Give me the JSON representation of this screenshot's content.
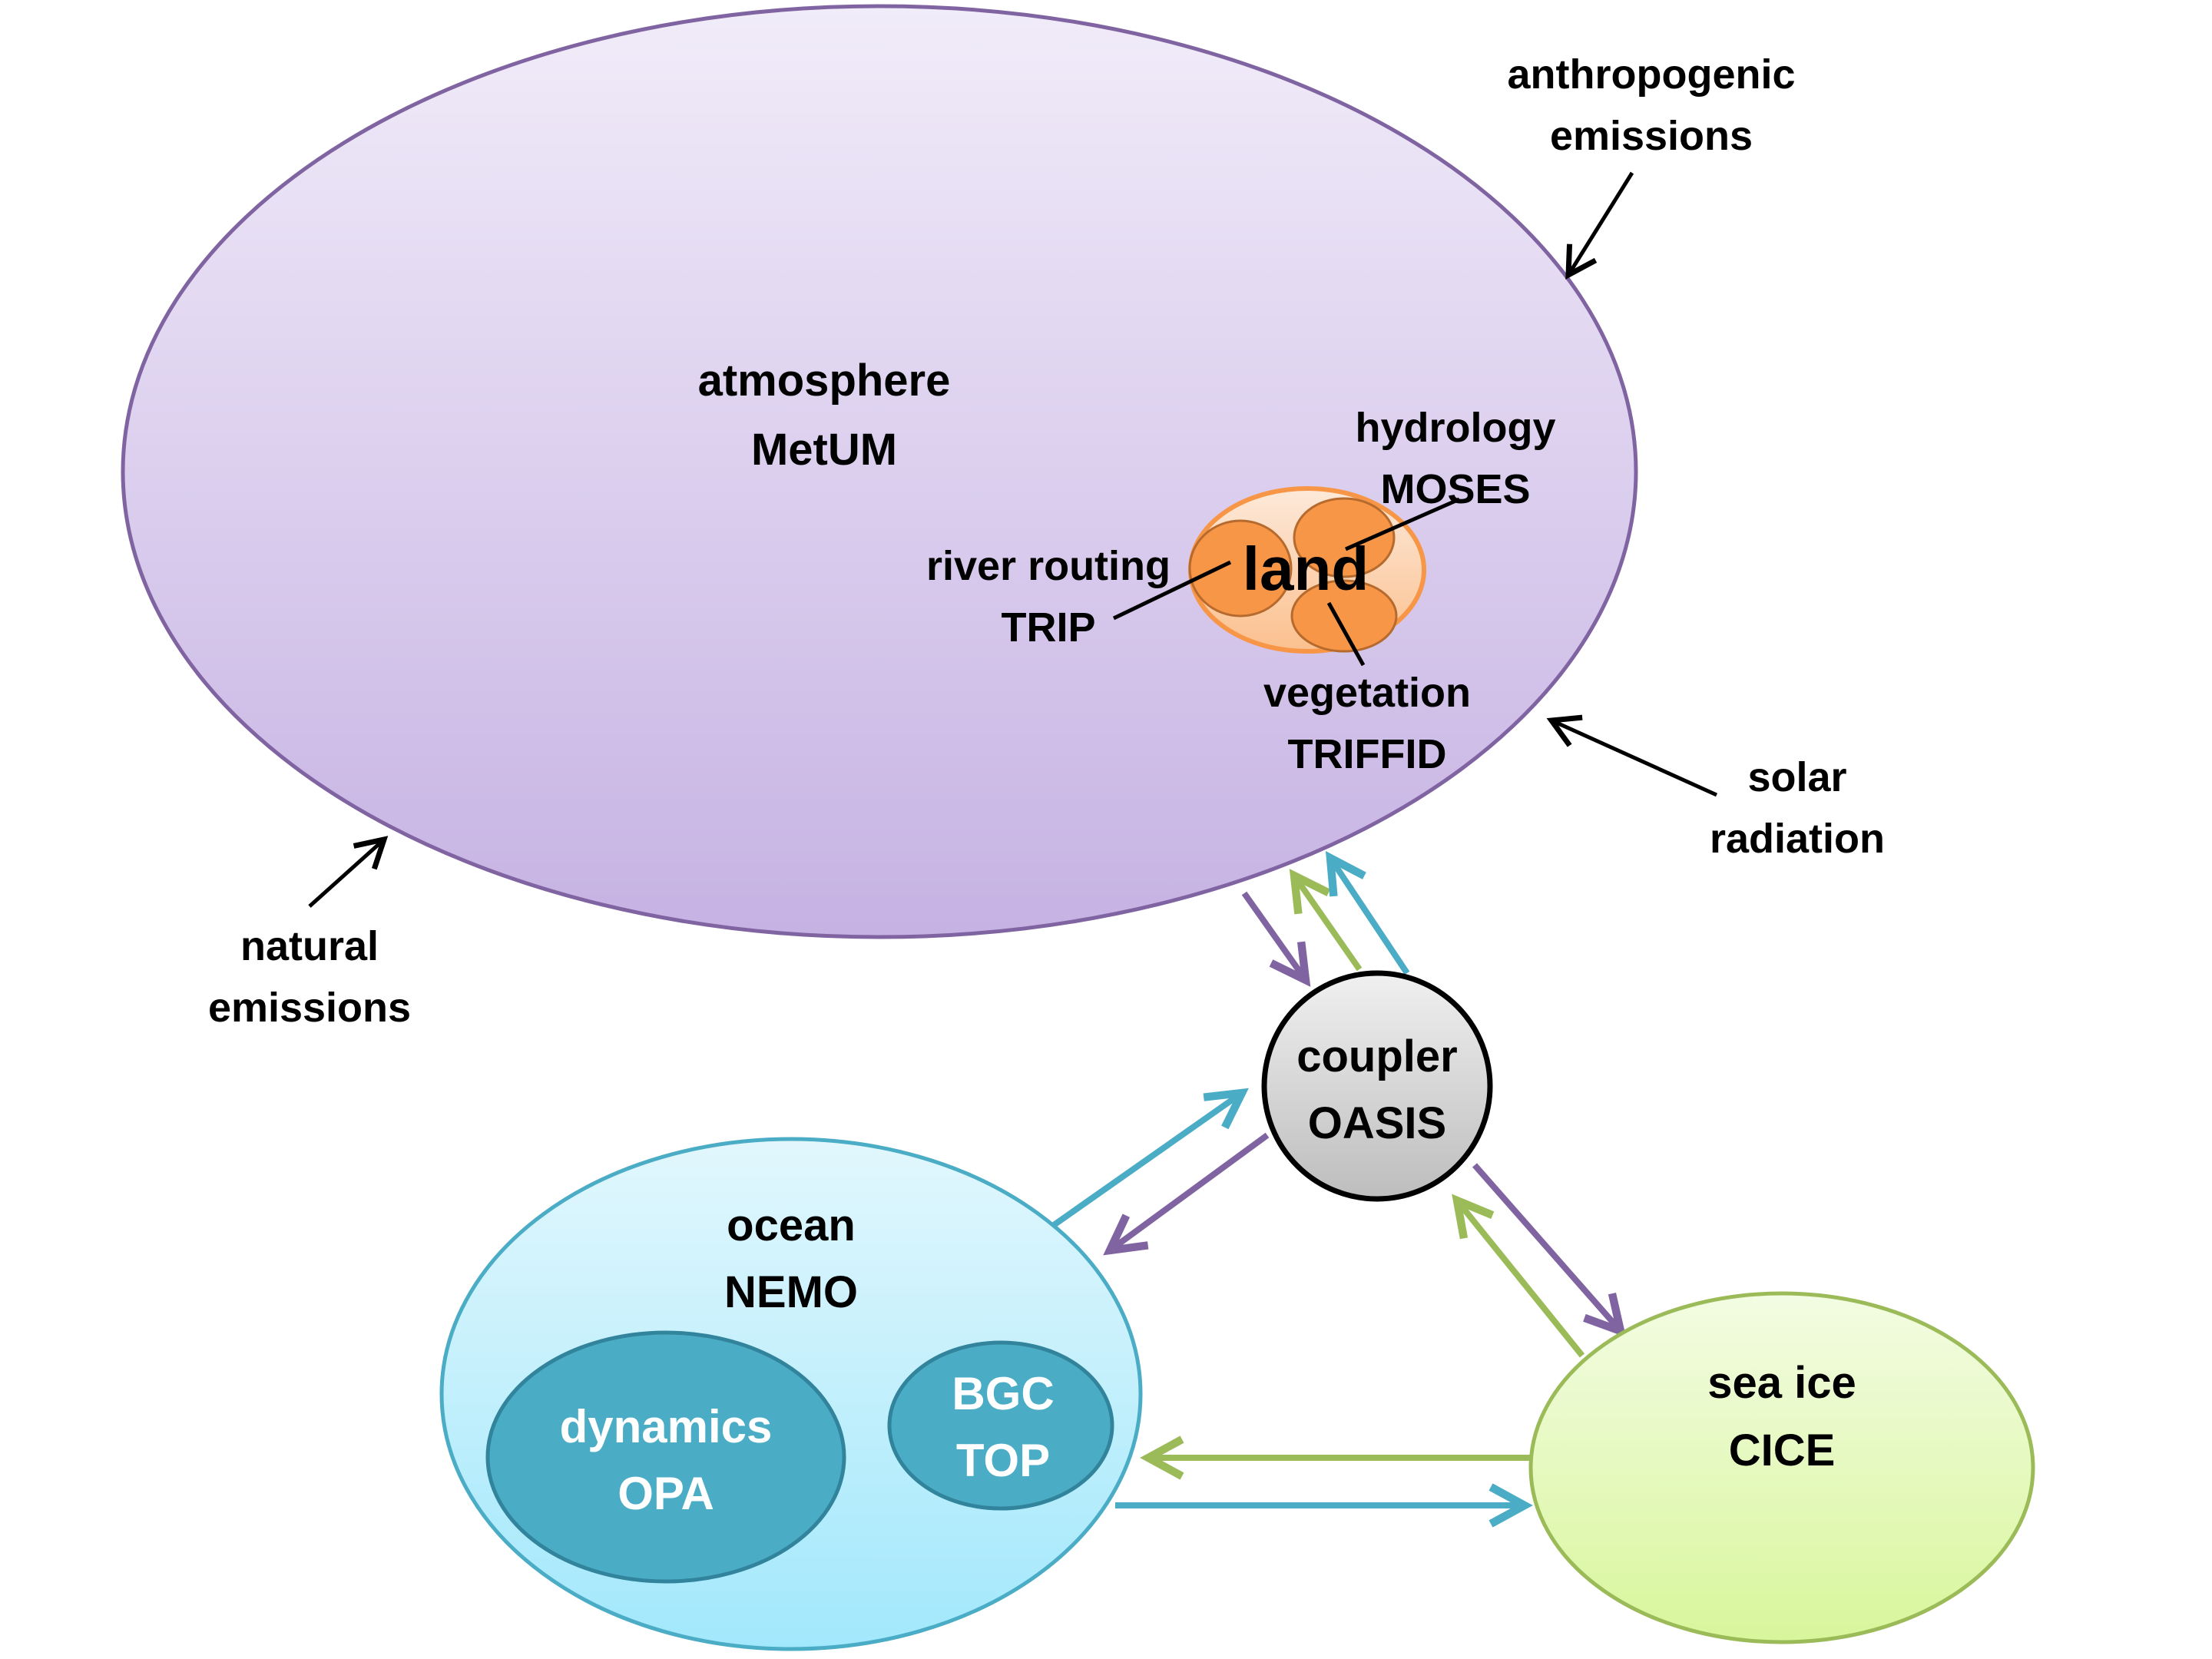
{
  "title": "Coupled climate model component diagram",
  "colors": {
    "atmosphere_stroke": "#8064A2",
    "land_fill": "#F79646",
    "ocean_stroke": "#4BACC6",
    "ocean_inner": "#4BACC6",
    "seaice_stroke": "#9BBB59",
    "arrow_purple": "#8064A2",
    "arrow_green": "#9BBB59",
    "arrow_blue": "#4BACC6"
  },
  "atmosphere": {
    "line1": "atmosphere",
    "line2": "MetUM"
  },
  "land": {
    "label": "land",
    "hydrology": {
      "line1": "hydrology",
      "line2": "MOSES"
    },
    "river": {
      "line1": "river routing",
      "line2": "TRIP"
    },
    "vegetation": {
      "line1": "vegetation",
      "line2": "TRIFFID"
    }
  },
  "external": {
    "anthropogenic": {
      "line1": "anthropogenic",
      "line2": "emissions"
    },
    "solar": {
      "line1": "solar",
      "line2": "radiation"
    },
    "natural": {
      "line1": "natural",
      "line2": "emissions"
    }
  },
  "coupler": {
    "line1": "coupler",
    "line2": "OASIS"
  },
  "ocean": {
    "line1": "ocean",
    "line2": "NEMO",
    "dynamics": {
      "line1": "dynamics",
      "line2": "OPA"
    },
    "bgc": {
      "line1": "BGC",
      "line2": "TOP"
    }
  },
  "seaice": {
    "line1": "sea ice",
    "line2": "CICE"
  }
}
